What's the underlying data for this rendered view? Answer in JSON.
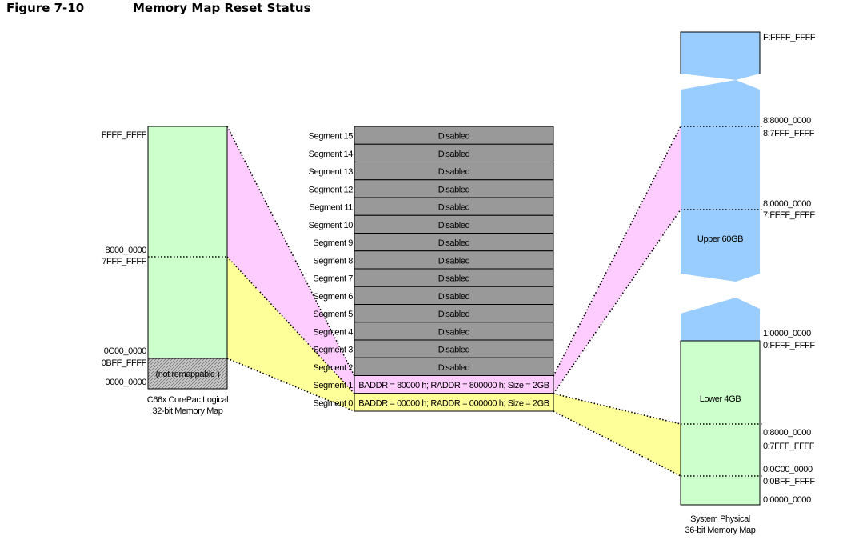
{
  "figure": {
    "number": "Figure 7-10",
    "title": "Memory Map Reset Status"
  },
  "colors": {
    "green": "#ccffcc",
    "pink": "#ffccff",
    "yellow": "#ffff99",
    "blue": "#99ccff",
    "gray": "#999999"
  },
  "logical_map": {
    "caption_line1": "C66x CorePac Logical",
    "caption_line2": "32-bit Memory Map",
    "not_remappable": "(not remappable )",
    "labels": [
      "FFFF_FFFF",
      "8000_0000",
      "7FFF_FFFF",
      "0C00_0000",
      "0BFF_FFFF",
      "0000_0000"
    ]
  },
  "segments": {
    "names": [
      "Segment 15",
      "Segment 14",
      "Segment 13",
      "Segment 12",
      "Segment 11",
      "Segment 10",
      "Segment 9",
      "Segment 8",
      "Segment 7",
      "Segment 6",
      "Segment 5",
      "Segment 4",
      "Segment 3",
      "Segment 2",
      "Segment 1",
      "Segment 0"
    ],
    "values": [
      "Disabled",
      "Disabled",
      "Disabled",
      "Disabled",
      "Disabled",
      "Disabled",
      "Disabled",
      "Disabled",
      "Disabled",
      "Disabled",
      "Disabled",
      "Disabled",
      "Disabled",
      "Disabled",
      "BADDR = 80000 h; RADDR = 800000 h; Size = 2GB",
      "BADDR = 00000 h; RADDR = 000000 h; Size = 2GB"
    ]
  },
  "physical_map": {
    "caption_line1": "System Physical",
    "caption_line2": "36-bit Memory Map",
    "upper_label": "Upper 60GB",
    "lower_label": "Lower 4GB",
    "labels": [
      "F:FFFF_FFFF",
      "8:8000_0000",
      "8:7FFF_FFFF",
      "8:0000_0000",
      "7:FFFF_FFFF",
      "1:0000_0000",
      "0:FFFF_FFFF",
      "0:8000_0000",
      "0:7FFF_FFFF",
      "0:0C00_0000",
      "0:0BFF_FFFF",
      "0:0000_0000"
    ]
  }
}
